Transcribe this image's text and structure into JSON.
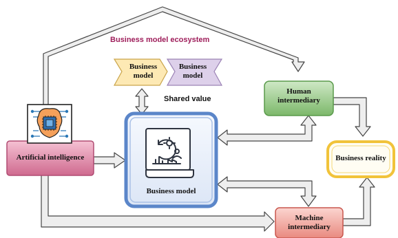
{
  "diagram": {
    "title": "Business model ecosystem",
    "shared_value_label": "Shared value",
    "nodes": {
      "ai": "Artificial intelligence",
      "business_model": "Business model",
      "human": "Human intermediary",
      "machine": "Machine intermediary",
      "reality": "Business reality",
      "chevron_left": "Business model",
      "chevron_right": "Business model"
    },
    "colors": {
      "ai_fill": "#d9789c",
      "ai_border": "#b04b72",
      "bm_border": "#5b86c9",
      "bm_fill": "#eef3fb",
      "human_fill": "#8fc77e",
      "human_border": "#5a9a4b",
      "machine_fill": "#f0a79f",
      "machine_border": "#c9574e",
      "reality_border": "#f1c33a",
      "reality_fill": "#fffdf3",
      "chevron_yellow": "#fde9b4",
      "chevron_purple": "#ddd0ea",
      "title_color": "#9e1d5a"
    },
    "icons": [
      "ai-chip-brain-icon",
      "business-model-scroll-icon"
    ]
  }
}
